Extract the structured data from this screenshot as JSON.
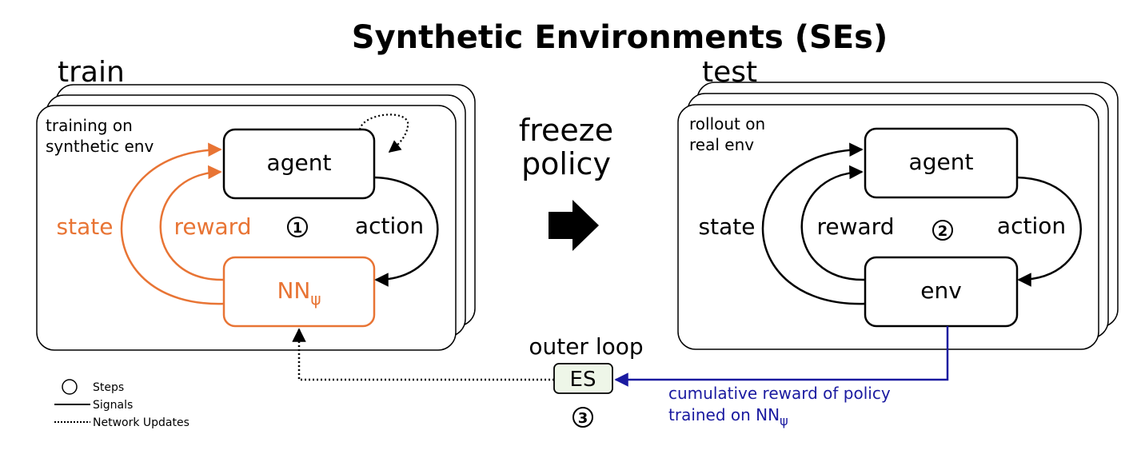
{
  "title": "Synthetic Environments (SEs)",
  "colors": {
    "orange": "#e87434",
    "black": "#000000",
    "blue": "#1a1aa0",
    "es_fill": "#eef6e8"
  },
  "train": {
    "heading": "train",
    "note_line1": "training on",
    "note_line2": "synthetic env",
    "agent_label": "agent",
    "env_label": "NN",
    "env_subscript": "ψ",
    "state_label": "state",
    "reward_label": "reward",
    "action_label": "action",
    "step_marker": "1"
  },
  "middle": {
    "line1": "freeze",
    "line2": "policy"
  },
  "test": {
    "heading": "test",
    "note_line1": "rollout on",
    "note_line2": "real env",
    "agent_label": "agent",
    "env_label": "env",
    "state_label": "state",
    "reward_label": "reward",
    "action_label": "action",
    "step_marker": "2"
  },
  "outer": {
    "label": "outer loop",
    "es_label": "ES",
    "step_marker": "3",
    "feedback_line1": "cumulative reward of policy",
    "feedback_line2_prefix": "trained on NN",
    "feedback_subscript": "ψ"
  },
  "legend": {
    "steps": "Steps",
    "signals": "Signals",
    "updates": "Network Updates"
  }
}
